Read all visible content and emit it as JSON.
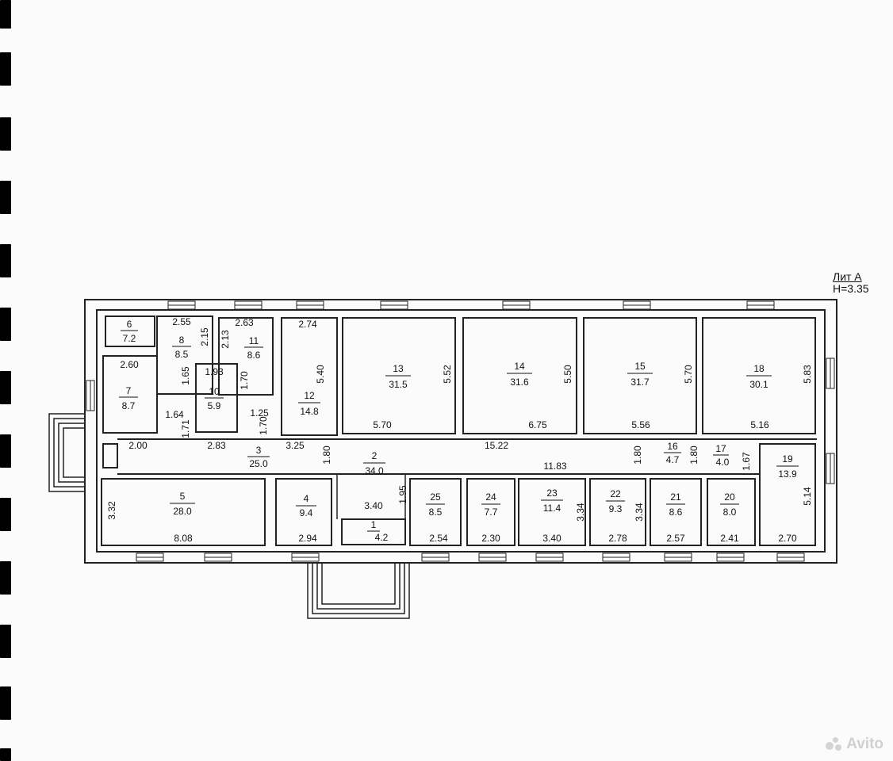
{
  "legend": {
    "lit": "Лит А",
    "height": "Н=3.35"
  },
  "rooms": [
    {
      "num": "1",
      "area": "4.2"
    },
    {
      "num": "2",
      "area": "34.0"
    },
    {
      "num": "3",
      "area": "25.0"
    },
    {
      "num": "4",
      "area": "9.4"
    },
    {
      "num": "5",
      "area": "28.0"
    },
    {
      "num": "6",
      "area": "7.2"
    },
    {
      "num": "7",
      "area": "8.7"
    },
    {
      "num": "8",
      "area": "8.5"
    },
    {
      "num": "10",
      "area": "5.9"
    },
    {
      "num": "11",
      "area": "8.6"
    },
    {
      "num": "12",
      "area": "14.8"
    },
    {
      "num": "13",
      "area": "31.5"
    },
    {
      "num": "14",
      "area": "31.6"
    },
    {
      "num": "15",
      "area": "31.7"
    },
    {
      "num": "16",
      "area": "4.7"
    },
    {
      "num": "17",
      "area": "4.0"
    },
    {
      "num": "18",
      "area": "30.1"
    },
    {
      "num": "19",
      "area": "13.9"
    },
    {
      "num": "20",
      "area": "8.0"
    },
    {
      "num": "21",
      "area": "8.6"
    },
    {
      "num": "22",
      "area": "9.3"
    },
    {
      "num": "23",
      "area": "11.4"
    },
    {
      "num": "24",
      "area": "7.7"
    },
    {
      "num": "25",
      "area": "8.5"
    }
  ],
  "dimensions": [
    "2.55",
    "2.15",
    "2.13",
    "2.63",
    "2.74",
    "5.40",
    "5.52",
    "5.50",
    "5.70",
    "5.83",
    "2.60",
    "1.65",
    "1.93",
    "1.70",
    "1.64",
    "1.71",
    "1.25",
    "1.70",
    "2.83",
    "2.00",
    "3.25",
    "5.70",
    "6.75",
    "5.56",
    "5.16",
    "15.22",
    "11.83",
    "1.80",
    "1.80",
    "1.80",
    "1.67",
    "3.32",
    "8.08",
    "2.94",
    "3.40",
    "1.95",
    "3.34",
    "3.34",
    "5.14",
    "2.54",
    "2.30",
    "3.40",
    "2.78",
    "2.57",
    "2.41",
    "2.70"
  ],
  "watermark": "Avito"
}
